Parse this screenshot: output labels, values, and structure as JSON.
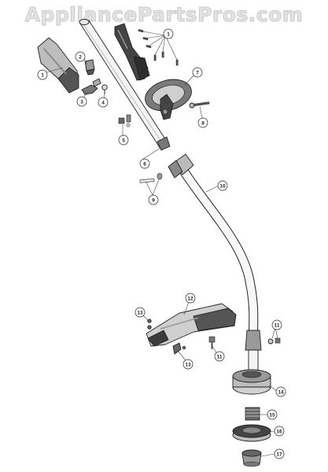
{
  "watermark": "AppliancePartsPros.com",
  "callouts": [
    "1",
    "2",
    "3",
    "4",
    "7",
    "8",
    "6",
    "5",
    "9",
    "10",
    "12",
    "13",
    "11",
    "13",
    "11",
    "14",
    "15",
    "16",
    "17"
  ]
}
